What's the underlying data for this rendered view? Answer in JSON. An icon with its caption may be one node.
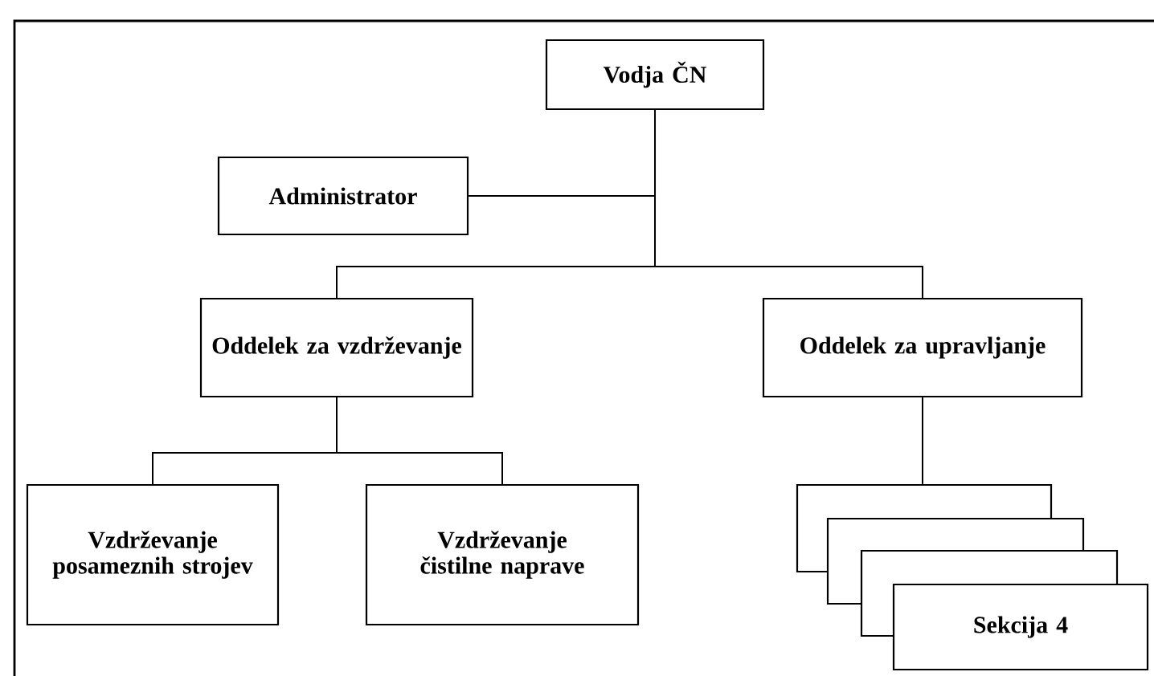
{
  "diagram": {
    "nodes": [
      {
        "text": [
          "Vodja ČN"
        ]
      },
      {
        "text": [
          "Administrator"
        ]
      },
      {
        "text": [
          "Oddelek za vzdrževanje"
        ]
      },
      {
        "text": [
          "Oddelek za upravljanje"
        ]
      },
      {
        "text": [
          "Vzdrževanje posameznih strojev"
        ]
      },
      {
        "text": [
          "Vzdrževanje čistilne naprave"
        ]
      },
      {
        "text": [],
        "shape": "box"
      },
      {
        "text": [],
        "shape": "box"
      },
      {
        "text": [],
        "shape": "box"
      },
      {
        "text": [
          "Sekcija 4"
        ]
      }
    ],
    "edges": [
      {
        "from": 0,
        "to": 1,
        "arrow": "none"
      },
      {
        "from": 0,
        "to": 2,
        "arrow": "none"
      },
      {
        "from": 0,
        "to": 3,
        "arrow": "none"
      },
      {
        "from": 2,
        "to": 4,
        "arrow": "none"
      },
      {
        "from": 2,
        "to": 5,
        "arrow": "none"
      },
      {
        "from": 3,
        "to": 6,
        "arrow": "none"
      }
    ]
  }
}
